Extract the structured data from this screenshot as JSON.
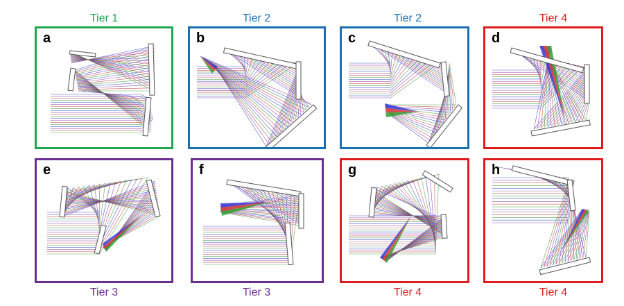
{
  "panels": [
    {
      "id": "a",
      "letter": "a",
      "tier": "Tier 1",
      "color": "#1fa850",
      "tier_pos": "top"
    },
    {
      "id": "b",
      "letter": "b",
      "tier": "Tier 2",
      "color": "#1a6fb0",
      "tier_pos": "top"
    },
    {
      "id": "c",
      "letter": "c",
      "tier": "Tier 2",
      "color": "#1a6fb0",
      "tier_pos": "top"
    },
    {
      "id": "d",
      "letter": "d",
      "tier": "Tier 4",
      "color": "#e01b1b",
      "tier_pos": "top"
    },
    {
      "id": "e",
      "letter": "e",
      "tier": "Tier 3",
      "color": "#6b2d90",
      "tier_pos": "bottom"
    },
    {
      "id": "f",
      "letter": "f",
      "tier": "Tier 3",
      "color": "#6b2d90",
      "tier_pos": "bottom"
    },
    {
      "id": "g",
      "letter": "g",
      "tier": "Tier 4",
      "color": "#e01b1b",
      "tier_pos": "bottom"
    },
    {
      "id": "h",
      "letter": "h",
      "tier": "Tier 4",
      "color": "#e01b1b",
      "tier_pos": "bottom"
    }
  ],
  "ray_colors": [
    "#3a40c8",
    "#8a3aa0",
    "#c43a3a",
    "#3a9a3a"
  ]
}
